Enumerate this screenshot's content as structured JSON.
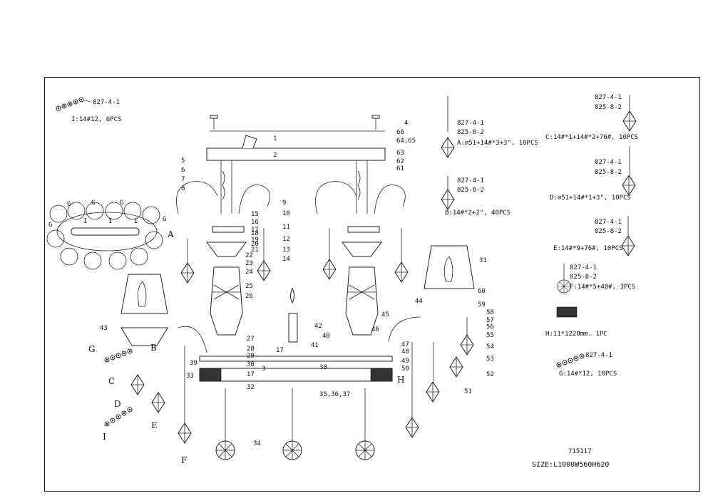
{
  "drawing": {
    "model": "715117",
    "size": "SIZE:L1000W560H620"
  },
  "legend": {
    "I": {
      "code": "827-4-1",
      "spec": "I:14#12, 6PCS"
    },
    "A": {
      "code1": "827-4-1",
      "code2": "825-8-2",
      "spec": "A:⌀51+14#*3+3\", 10PCS"
    },
    "B": {
      "code1": "827-4-1",
      "code2": "825-8-2",
      "spec": "B:14#*2+2\", 40PCS"
    },
    "C": {
      "code1": "827-4-1",
      "code2": "825-8-2",
      "spec": "C:14#*1+14#*2+76#, 10PCS"
    },
    "D": {
      "code1": "827-4-1",
      "code2": "825-8-2",
      "spec": "D:⌀51+14#*1+3\", 10PCS"
    },
    "E": {
      "code1": "827-4-1",
      "code2": "825-8-2",
      "spec": "E:14#*9+76#, 10PCS"
    },
    "F": {
      "code1": "827-4-1",
      "code2": "825-8-2",
      "spec": "F:14#*5+40#, 3PCS"
    },
    "H": {
      "spec": "H:11*1220mm, 1PC"
    },
    "G": {
      "code": "827-4-1",
      "spec": "G:14#*12, 10PCS"
    }
  },
  "letters": [
    "A",
    "B",
    "C",
    "D",
    "E",
    "F",
    "G",
    "H",
    "I"
  ],
  "top_view_labels": {
    "g": "G",
    "i": "I",
    "a": "A"
  },
  "callouts": {
    "n1": "1",
    "n2": "2",
    "n3": "3",
    "n4": "4",
    "n5": "5",
    "n6": "6",
    "n7": "7",
    "n8": "8",
    "n9": "9",
    "n10": "10",
    "n11": "11",
    "n12": "12",
    "n13": "13",
    "n14": "14",
    "n15": "15",
    "n16": "16",
    "n17": "17",
    "n18": "18",
    "n19": "19",
    "n20": "20",
    "n21": "21",
    "n22": "22",
    "n23": "23",
    "n24": "24",
    "n25": "25",
    "n26": "26",
    "n27": "27",
    "n28": "28",
    "n29": "29",
    "n30": "30",
    "n31": "31",
    "n32": "32",
    "n33": "33",
    "n34": "34",
    "n3537": "35,36,37",
    "n38": "38",
    "n39": "39",
    "n40": "40",
    "n41": "41",
    "n42": "42",
    "n43": "43",
    "n44": "44",
    "n45": "45",
    "n46": "46",
    "n47": "47",
    "n48": "48",
    "n49": "49",
    "n50": "50",
    "n51": "51",
    "n52": "52",
    "n53": "53",
    "n54": "54",
    "n55": "55",
    "n56": "56",
    "n57": "57",
    "n58": "58",
    "n59": "59",
    "n60": "60",
    "n61": "61",
    "n62": "62",
    "n63": "63",
    "n6465": "64,65",
    "n66": "66",
    "n17b": "17",
    "n17c": "17"
  },
  "colors": {
    "line": "#222222",
    "background": "#ffffff"
  }
}
